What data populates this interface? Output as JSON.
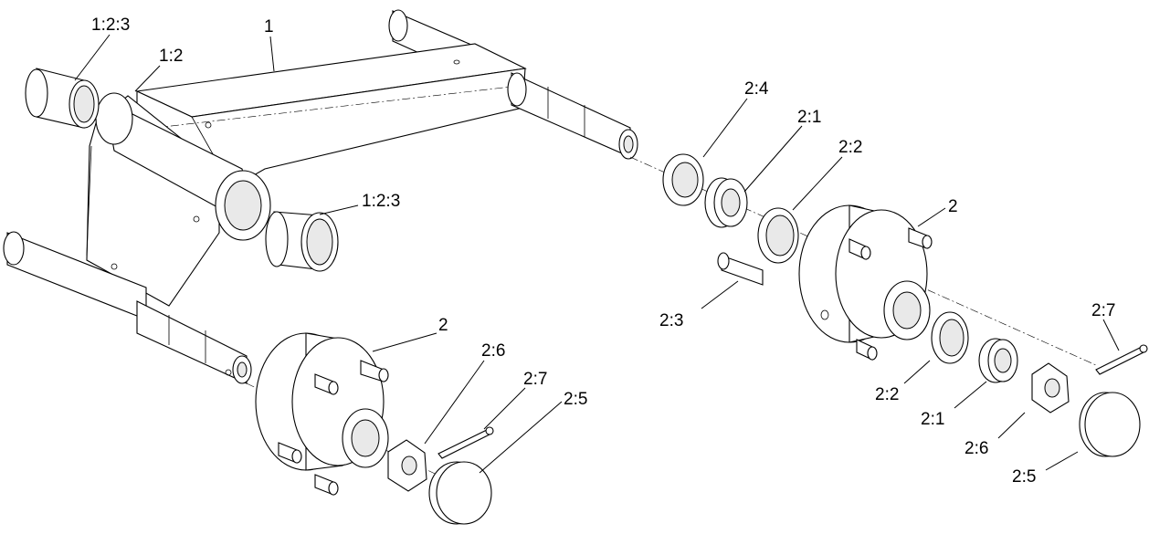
{
  "diagram": {
    "callouts": {
      "c_1_2_3_top": "1:2:3",
      "c_1_2": "1:2",
      "c_1": "1",
      "c_1_2_3_mid": "1:2:3",
      "c_2_4": "2:4",
      "c_2_1_top": "2:1",
      "c_2_2_top": "2:2",
      "c_2_right": "2",
      "c_2_3": "2:3",
      "c_2_7_right": "2:7",
      "c_2_2_bot": "2:2",
      "c_2_1_bot": "2:1",
      "c_2_6_right": "2:6",
      "c_2_5_right": "2:5",
      "c_2_left": "2",
      "c_2_6_left": "2:6",
      "c_2_7_left": "2:7",
      "c_2_5_left": "2:5"
    }
  }
}
